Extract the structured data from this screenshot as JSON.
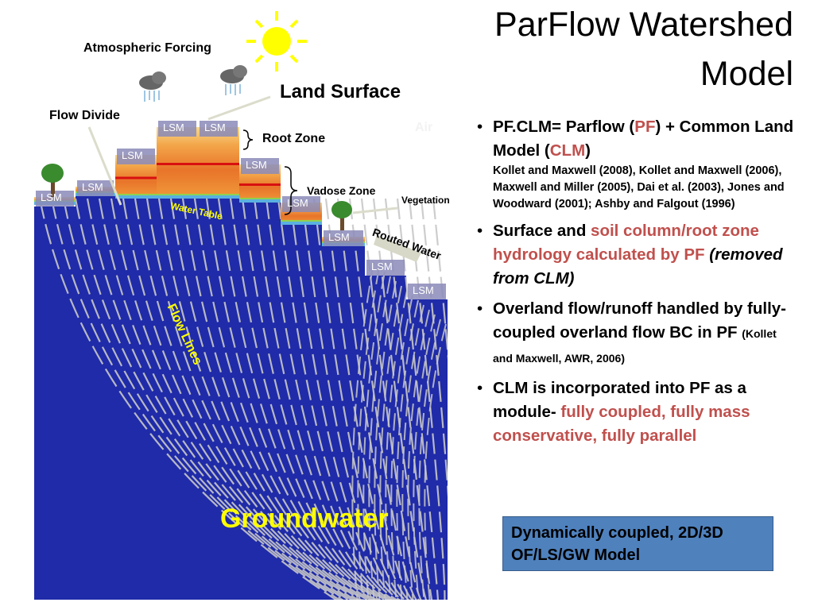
{
  "title": "ParFlow Watershed Model",
  "diagram": {
    "atmospheric_forcing": "Atmospheric Forcing",
    "land_surface": "Land Surface",
    "flow_divide": "Flow Divide",
    "root_zone": "Root Zone",
    "vadose_zone": "Vadose Zone",
    "vegetation": "Vegetation",
    "routed_water": "Routed Water",
    "air": "Air",
    "water_table": "Water Table",
    "flow_lines": "Flow Lines",
    "groundwater": "Groundwater",
    "lsm": "LSM",
    "colors": {
      "groundwater": "#1f2ba8",
      "flow_line": "#c8c8c8",
      "yellow": "#ffff00",
      "lsm_box": "#8a8ab8"
    }
  },
  "bullets": [
    {
      "pre": "PF.CLM= Parflow (",
      "red1": "PF",
      "mid": ") + Common Land Model (",
      "red2": "CLM",
      "post": ")",
      "ref": "Kollet and Maxwell (2008), Kollet and Maxwell (2006), Maxwell and Miller (2005), Dai et al. (2003), Jones and Woodward (2001); Ashby and Falgout (1996)"
    },
    {
      "pre": "Surface and ",
      "red": "soil column/root zone hydrology calculated by PF",
      "post": " (removed from CLM)"
    },
    {
      "pre": "Overland flow/runoff handled by fully-coupled overland flow BC in PF ",
      "small": "(Kollet and Maxwell, AWR, 2006)"
    },
    {
      "pre": "CLM is incorporated into PF as a module- ",
      "red": "fully coupled, fully mass conservative, fully parallel"
    }
  ],
  "callout": "Dynamically coupled, 2D/3D OF/LS/GW Model"
}
